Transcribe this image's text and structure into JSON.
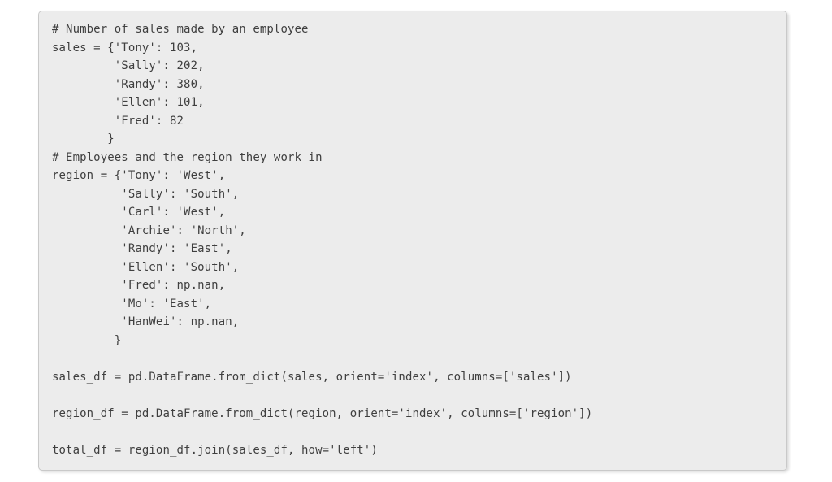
{
  "colors": {
    "page_background": "#ffffff",
    "code_block_background": "#ececec",
    "code_block_border": "#c9c9c9",
    "code_text": "#3f3f3f"
  },
  "code_block": {
    "lines": [
      "# Number of sales made by an employee",
      "sales = {'Tony': 103,",
      "         'Sally': 202,",
      "         'Randy': 380,",
      "         'Ellen': 101,",
      "         'Fred': 82",
      "        }",
      "# Employees and the region they work in",
      "region = {'Tony': 'West',",
      "          'Sally': 'South',",
      "          'Carl': 'West',",
      "          'Archie': 'North',",
      "          'Randy': 'East',",
      "          'Ellen': 'South',",
      "          'Fred': np.nan,",
      "          'Mo': 'East',",
      "          'HanWei': np.nan,",
      "         }",
      "",
      "sales_df = pd.DataFrame.from_dict(sales, orient='index', columns=['sales'])",
      "",
      "region_df = pd.DataFrame.from_dict(region, orient='index', columns=['region'])",
      "",
      "total_df = region_df.join(sales_df, how='left')"
    ]
  }
}
